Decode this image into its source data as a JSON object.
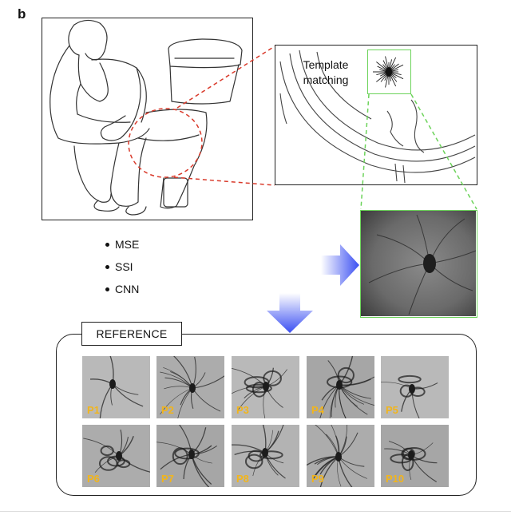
{
  "panel_letter": "b",
  "template_label": [
    "Template",
    "matching"
  ],
  "metrics": [
    "MSE",
    "SSI",
    "CNN"
  ],
  "reference": {
    "title": "REFERENCE",
    "items": [
      {
        "label": "P1",
        "tone": 0.55,
        "veins": 6,
        "folds": 0
      },
      {
        "label": "P2",
        "tone": 0.45,
        "veins": 14,
        "folds": 0
      },
      {
        "label": "P3",
        "tone": 0.55,
        "veins": 8,
        "folds": 4
      },
      {
        "label": "P4",
        "tone": 0.4,
        "veins": 16,
        "folds": 2
      },
      {
        "label": "P5",
        "tone": 0.55,
        "veins": 4,
        "folds": 3
      },
      {
        "label": "P6",
        "tone": 0.45,
        "veins": 6,
        "folds": 4
      },
      {
        "label": "P7",
        "tone": 0.4,
        "veins": 10,
        "folds": 2
      },
      {
        "label": "P8",
        "tone": 0.5,
        "veins": 10,
        "folds": 3
      },
      {
        "label": "P9",
        "tone": 0.45,
        "veins": 18,
        "folds": 0
      },
      {
        "label": "P10",
        "tone": 0.4,
        "veins": 6,
        "folds": 4
      }
    ]
  },
  "colors": {
    "dashed_red": "#d93a2b",
    "dashed_green": "#6cd35a",
    "arrow_blue": "#3b4ff2",
    "label_yellow": "#f2b51b"
  }
}
